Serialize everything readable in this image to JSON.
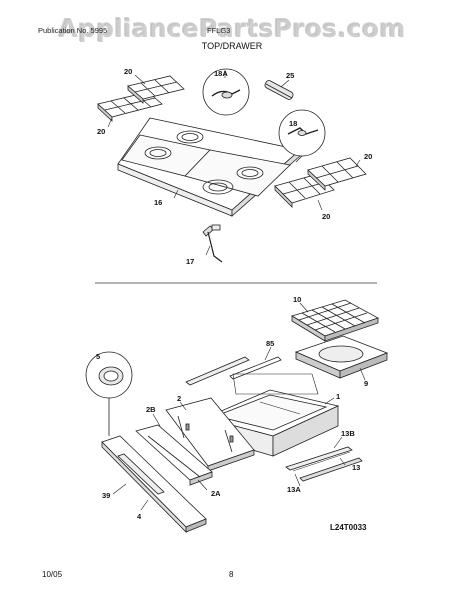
{
  "watermark": "AppliancePartsPros.com",
  "header": {
    "left": "Publication No. 5995",
    "right": "FFLG3"
  },
  "section_title": "TOP/DRAWER",
  "top_callouts": [
    "20",
    "18A",
    "25",
    "20",
    "18",
    "20",
    "20",
    "16",
    "17"
  ],
  "bottom_callouts": [
    "10",
    "85",
    "9",
    "5",
    "1",
    "2",
    "2B",
    "13B",
    "13",
    "2A",
    "13A",
    "39",
    "4"
  ],
  "diagram_code": "L24T0033",
  "footer": {
    "date": "10/05",
    "page": "8"
  }
}
